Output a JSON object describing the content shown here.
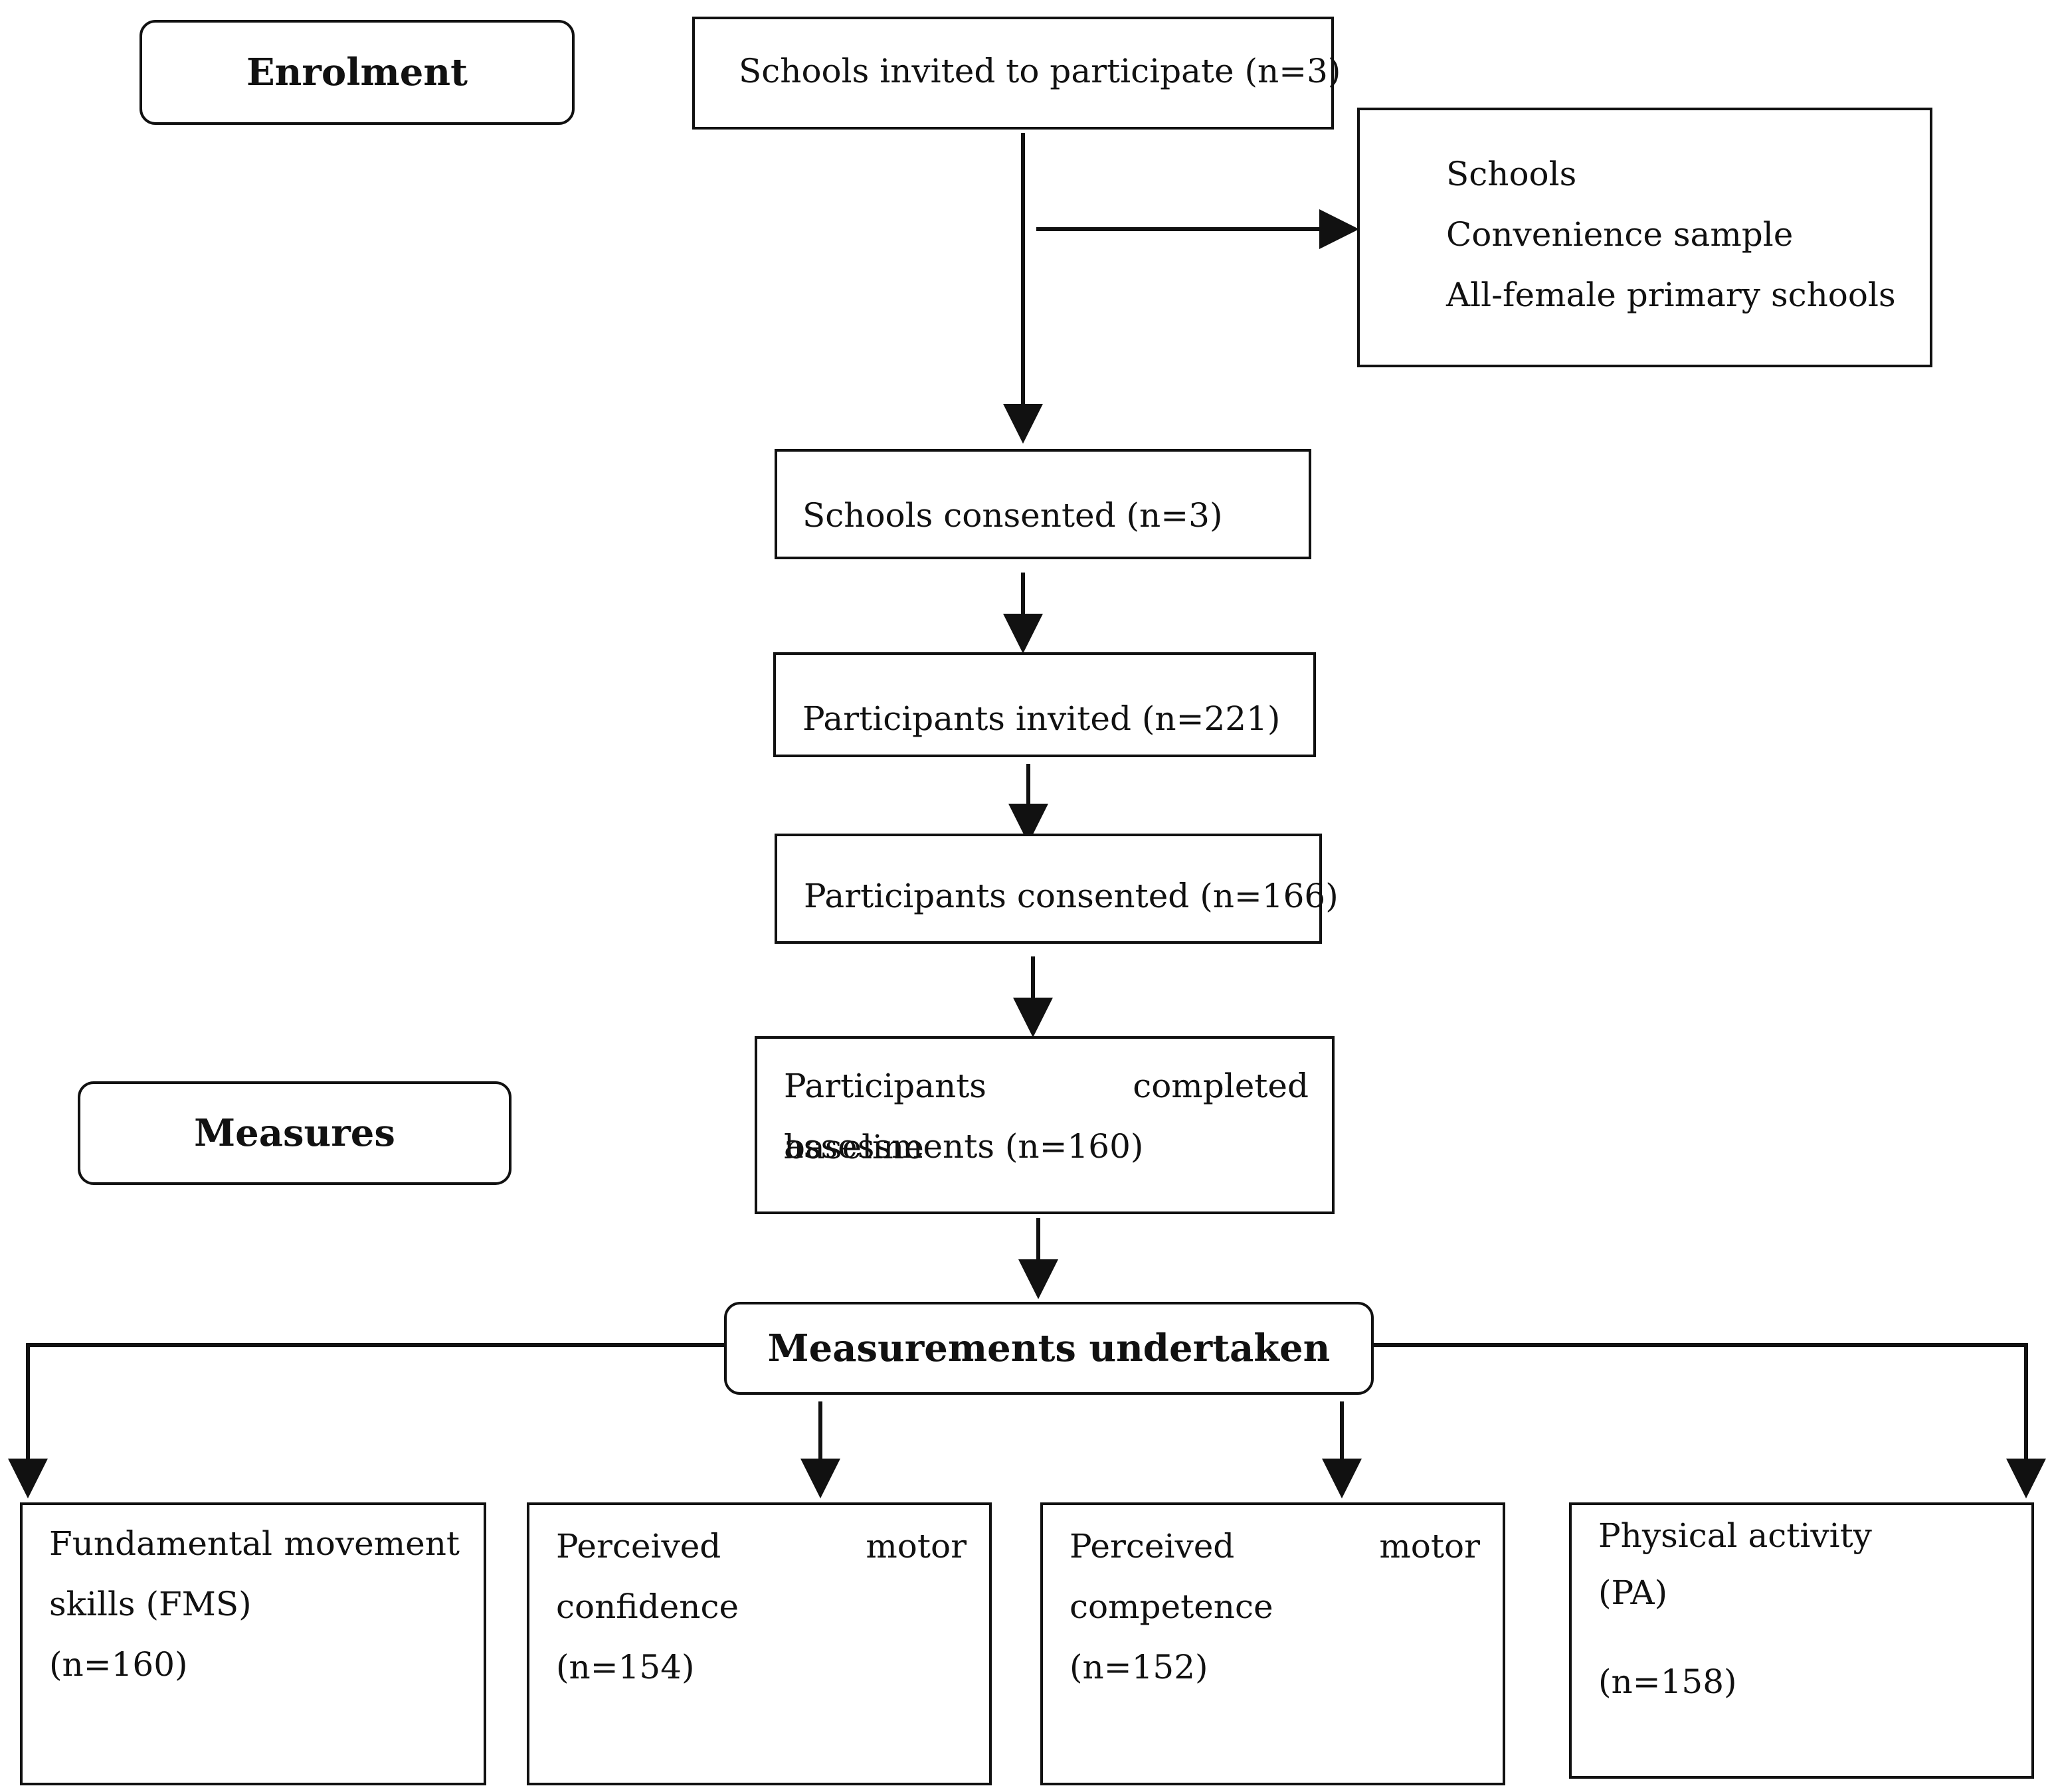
{
  "stages": {
    "enrolment": "Enrolment",
    "measures": "Measures"
  },
  "flow": {
    "schools_invited": "Schools invited to participate (n=3)",
    "side_note": [
      "Schools",
      "Convenience sample",
      "All-female primary schools"
    ],
    "schools_consented": "Schools consented (n=3)",
    "participants_invited": "Participants invited (n=221)",
    "participants_consented": "Participants consented (n=166)",
    "baseline": [
      "Participants completed baseline",
      "assessments (n=160)"
    ],
    "measurements_undertaken": "Measurements undertaken"
  },
  "outcomes": [
    {
      "line1": "Fundamental movement",
      "line2": "skills (FMS)",
      "n": "(n=160)"
    },
    {
      "line1": "Perceived motor",
      "line2": "confidence",
      "n": "(n=154)"
    },
    {
      "line1": "Perceived motor",
      "line2": "competence",
      "n": "(n=152)"
    },
    {
      "line1": "Physical activity",
      "line2": "(PA)",
      "n": "(n=158)"
    }
  ]
}
